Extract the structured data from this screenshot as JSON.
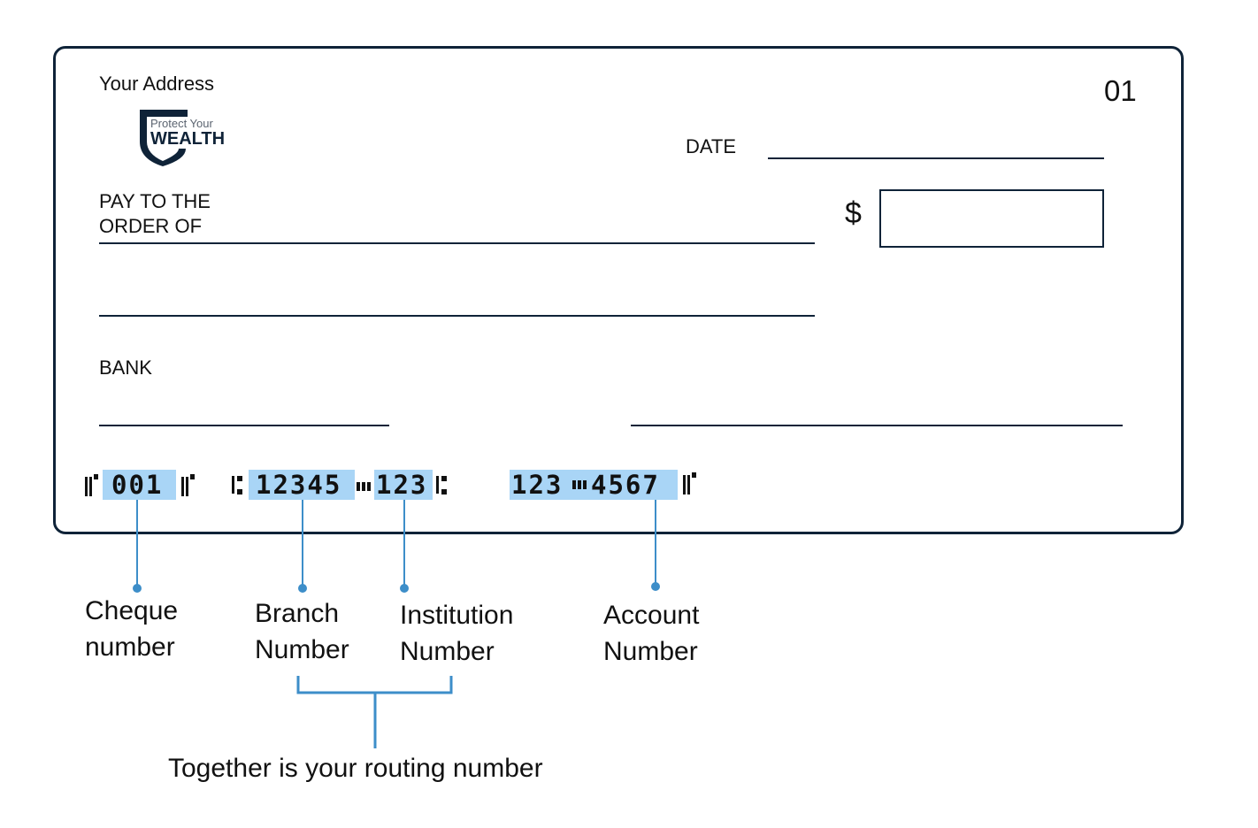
{
  "cheque": {
    "address": "Your Address",
    "logo": {
      "line1": "Protect Your",
      "line2": "WEALTH"
    },
    "cheque_number_top": "01",
    "date_label": "DATE",
    "pay_to_line1": "PAY TO THE",
    "pay_to_line2": "ORDER OF",
    "dollar_sign": "$",
    "bank_label": "BANK"
  },
  "micr": {
    "cheque_number": "001",
    "branch_number": "12345",
    "institution_number": "123",
    "account_part1": "123",
    "account_part2": "4567"
  },
  "labels": {
    "cheque_line1": "Cheque",
    "cheque_line2": "number",
    "branch_line1": "Branch",
    "branch_line2": "Number",
    "institution_line1": "Institution",
    "institution_line2": "Number",
    "account_line1": "Account",
    "account_line2": "Number",
    "routing_caption": "Together is your routing number"
  },
  "colors": {
    "highlight": "#a9d5f6",
    "callout": "#3d8ec9",
    "border": "#0f2338"
  }
}
